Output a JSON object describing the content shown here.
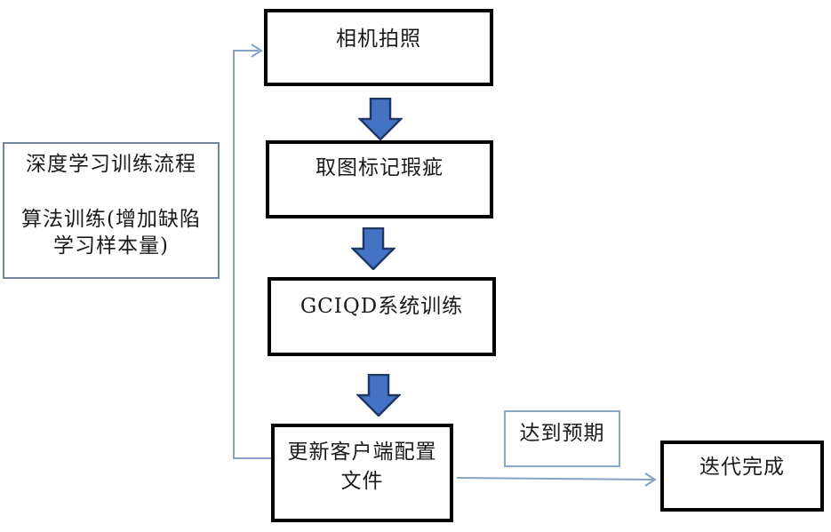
{
  "flowchart": {
    "nodes": {
      "camera": {
        "label": "相机拍照"
      },
      "mark_defects": {
        "label": "取图标记瑕疵"
      },
      "system_training": {
        "label": "GCIQD系统训练"
      },
      "update_config": {
        "line1": "更新客户端配置",
        "line2": "文件"
      },
      "process_note": {
        "line1": "深度学习训练流程",
        "line2": "算法训练(增加缺陷",
        "line3": "学习样本量)"
      },
      "expectation": {
        "label": "达到预期"
      },
      "iteration_done": {
        "label": "迭代完成"
      }
    },
    "colors": {
      "node_border": "#000000",
      "note_border": "#72879f",
      "expectation_border": "#8ca6c5",
      "connector": "#87a2c4",
      "block_arrow_fill": "#4472c4",
      "block_arrow_stroke": "#1f3864",
      "text": "#1a1a1a",
      "background": "#ffffff"
    }
  }
}
